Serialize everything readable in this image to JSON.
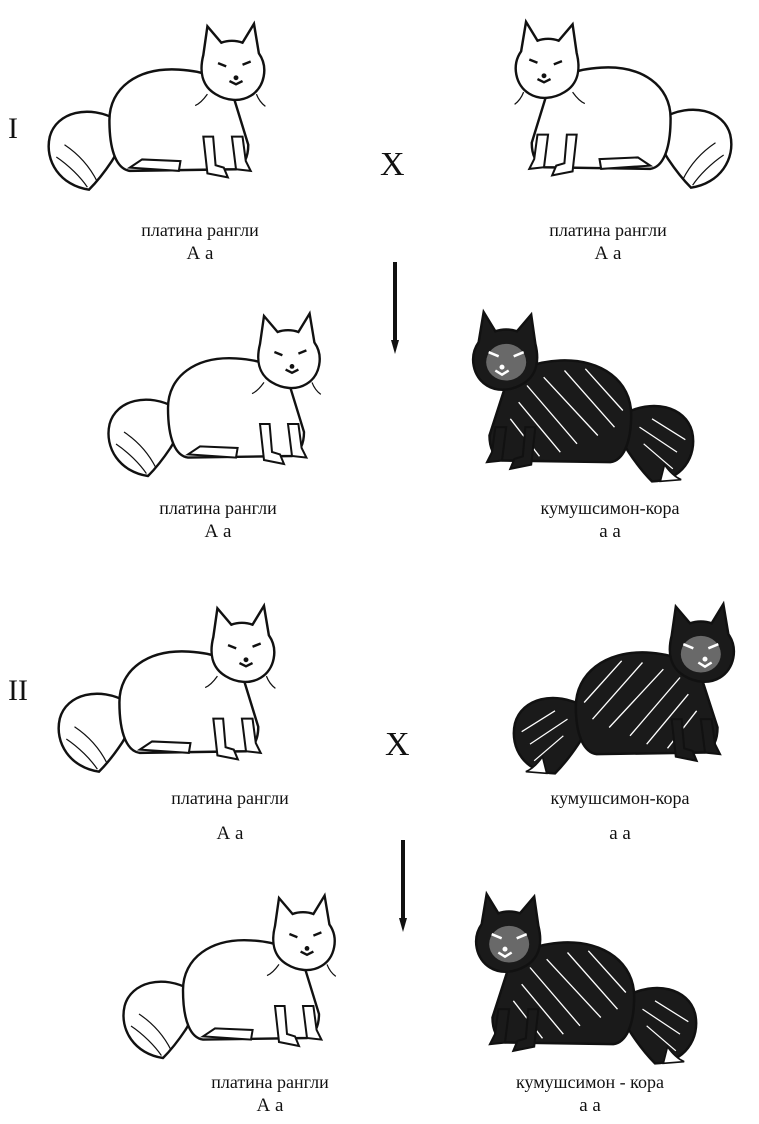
{
  "crosses": [
    {
      "numeral": "I",
      "cross_symbol": "X",
      "parents": [
        {
          "phenotype": "платина рангли",
          "genotype": "А а",
          "coat": "light",
          "facing": "right"
        },
        {
          "phenotype": "платина рангли",
          "genotype": "А а",
          "coat": "light",
          "facing": "left"
        }
      ],
      "offspring": [
        {
          "phenotype": "платина рангли",
          "genotype": "А а",
          "coat": "light",
          "facing": "right"
        },
        {
          "phenotype": "кумушсимон-кора",
          "genotype": "а а",
          "coat": "dark",
          "facing": "left"
        }
      ]
    },
    {
      "numeral": "II",
      "cross_symbol": "X",
      "parents": [
        {
          "phenotype": "платина рангли",
          "genotype": "А а",
          "coat": "light",
          "facing": "right"
        },
        {
          "phenotype": "кумушсимон-кора",
          "genotype": "а а",
          "coat": "dark",
          "facing": "right"
        }
      ],
      "offspring": [
        {
          "phenotype": "платина рангли",
          "genotype": "А а",
          "coat": "light",
          "facing": "right"
        },
        {
          "phenotype": "кумушсимон - кора",
          "genotype": "а а",
          "coat": "dark",
          "facing": "left"
        }
      ]
    }
  ],
  "colors": {
    "ink": "#111111",
    "light_fur": "#ffffff",
    "dark_fur": "#1a1a1a"
  },
  "icons": {
    "light_fox": "platinum-fox-icon",
    "dark_fox": "silver-black-fox-icon",
    "arrow": "down-arrow-icon"
  }
}
